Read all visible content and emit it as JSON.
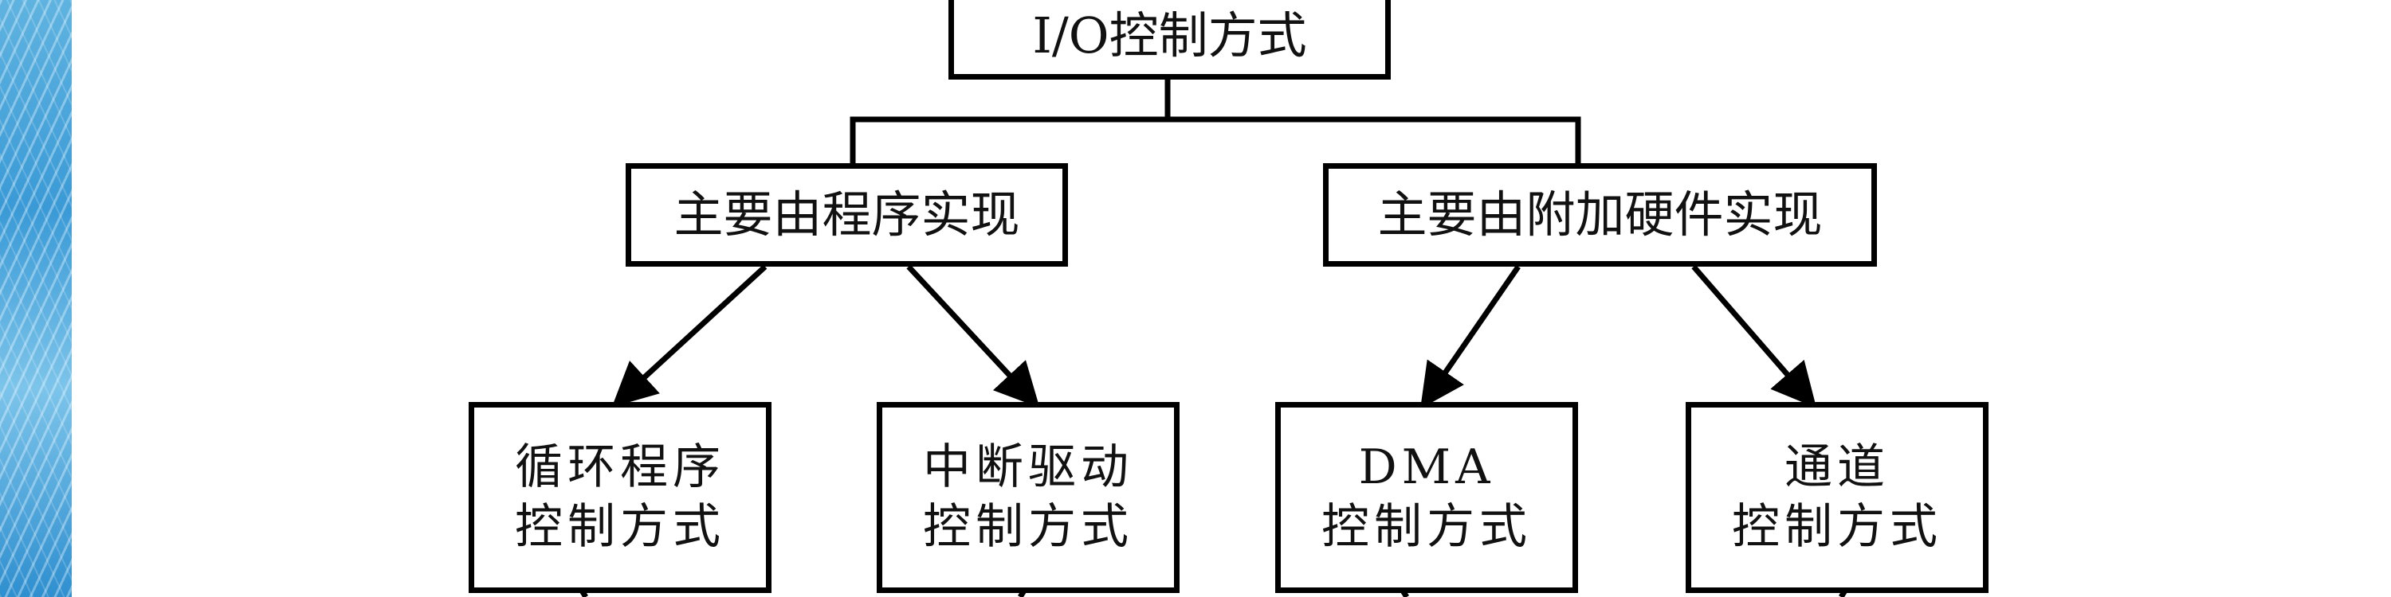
{
  "diagram": {
    "root": {
      "label": "I/O控制方式"
    },
    "branches": [
      {
        "label": "主要由程序实现",
        "children": [
          {
            "line1": "循环程序",
            "line2": "控制方式"
          },
          {
            "line1": "中断驱动",
            "line2": "控制方式"
          }
        ]
      },
      {
        "label": "主要由附加硬件实现",
        "children": [
          {
            "line1": "DMA",
            "line2": "控制方式"
          },
          {
            "line1": "通道",
            "line2": "控制方式"
          }
        ]
      }
    ]
  },
  "colors": {
    "line": "#000000",
    "box_fill": "#ffffff",
    "side_decoration": "#3a9ad6"
  }
}
